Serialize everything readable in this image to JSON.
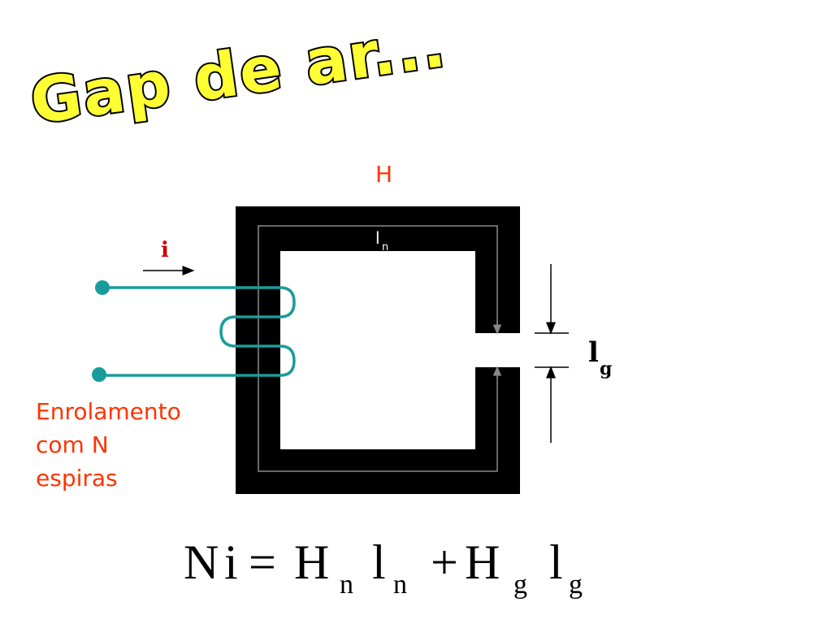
{
  "title": "Gap de ar...",
  "field_label": "H",
  "core_path_label": {
    "base": "l",
    "sub": "n"
  },
  "current_label": "i",
  "gap_label": {
    "base": "l",
    "sub": "g"
  },
  "winding_label": [
    "Enrolamento",
    "com N",
    "espiras"
  ],
  "formula": {
    "lhs_n": "N",
    "lhs_i": "i",
    "equals": "=",
    "term1_h": "H",
    "term1_h_sub": "n",
    "term1_l": "l",
    "term1_l_sub": "n",
    "plus": "+",
    "term2_h": "H",
    "term2_h_sub": "g",
    "term2_l": "l",
    "term2_l_sub": "g"
  },
  "colors": {
    "core": "#000000",
    "coil": "#1a9b9b",
    "label": "#ff3300",
    "title_fill": "#ffff33"
  }
}
